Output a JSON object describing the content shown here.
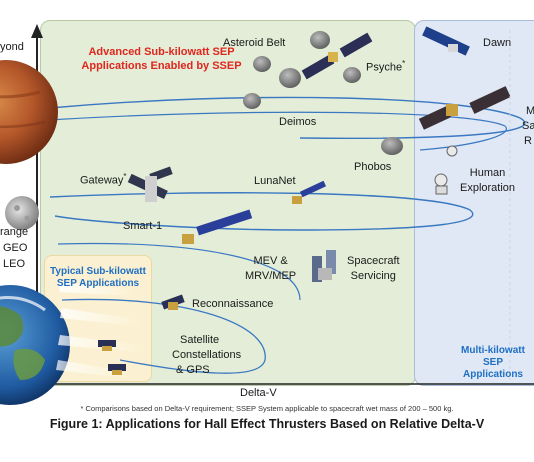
{
  "y_axis": {
    "labels": [
      "yond",
      "range",
      "GEO",
      "LEO"
    ]
  },
  "regions": {
    "advanced": [
      "Advanced Sub-kilowatt SEP",
      "Applications Enabled by SSEP"
    ],
    "typical": [
      "Typical Sub-kilowatt",
      "SEP Applications"
    ],
    "multi": [
      "Multi-kilowatt",
      "SEP Applications"
    ]
  },
  "labels": {
    "asteroid_belt": "Asteroid Belt",
    "psyche": "Psyche",
    "psyche_mark": "*",
    "dawn": "Dawn",
    "mars_sample_return": [
      "M",
      "Sa",
      "R"
    ],
    "deimos": "Deimos",
    "phobos": "Phobos",
    "human_exploration": [
      "Human",
      "Exploration"
    ],
    "gateway": "Gateway",
    "gateway_mark": "*",
    "lunanet": "LunaNet",
    "smart1": "Smart-1",
    "mev": [
      "MEV &",
      "MRV/MEP"
    ],
    "spacecraft_servicing": [
      "Spacecraft",
      "Servicing"
    ],
    "reconnaissance": "Reconnaissance",
    "constellations": [
      "Satellite",
      "Constellations",
      "& GPS"
    ]
  },
  "x_axis_label": "Delta-V",
  "footnote": "* Comparisons based on Delta-V requirement; SSEP System applicable to spacecraft wet mass of 200 – 500 kg.",
  "caption": "Figure 1: Applications for Hall Effect Thrusters Based on Relative Delta-V",
  "colors": {
    "green_region": "#e3edd8",
    "blue_region": "#dfe8f4",
    "yellow_region": "#fbf1d2",
    "advanced_text": "#e0261d",
    "multi_text": "#1f6fc4",
    "trajectory": "#3b78c2"
  }
}
